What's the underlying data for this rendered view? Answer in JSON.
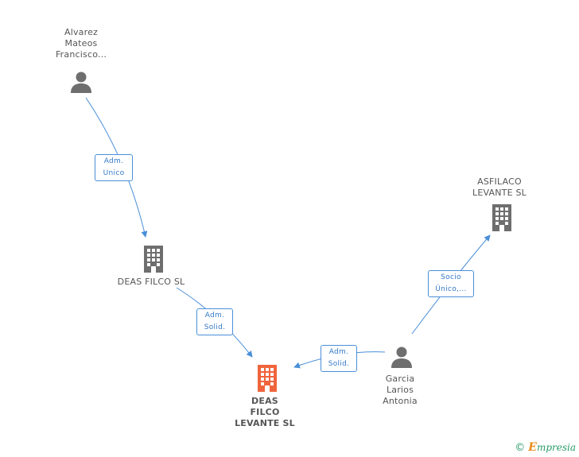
{
  "nodes": {
    "alvarez": {
      "label": "Alvarez\nMateos\nFrancisco...",
      "type": "person"
    },
    "deas_filco": {
      "label": "DEAS FILCO SL",
      "type": "company"
    },
    "deas_filco_levante": {
      "label": "DEAS\nFILCO\nLEVANTE SL",
      "type": "company-main"
    },
    "garcia": {
      "label": "Garcia\nLarios\nAntonia",
      "type": "person"
    },
    "asfilaco": {
      "label": "ASFILACO\nLEVANTE SL",
      "type": "company"
    }
  },
  "edges": {
    "alvarez_to_deas_filco": {
      "label": "Adm.\nUnico"
    },
    "deas_filco_to_levante": {
      "label": "Adm.\nSolid."
    },
    "garcia_to_levante": {
      "label": "Adm.\nSolid."
    },
    "garcia_to_asfilaco": {
      "label": "Socio\nÚnico,..."
    }
  },
  "footer": {
    "copyright_symbol": "©",
    "brand_initial": "E",
    "brand_rest": "mpresia"
  },
  "colors": {
    "edge": "#4a8fd8",
    "icon_gray": "#6e6e6e",
    "icon_main": "#f0643c",
    "brand_green": "#2a9a6a",
    "brand_orange": "#e8891a"
  },
  "icons": {
    "person": "person-icon",
    "company": "building-icon"
  }
}
